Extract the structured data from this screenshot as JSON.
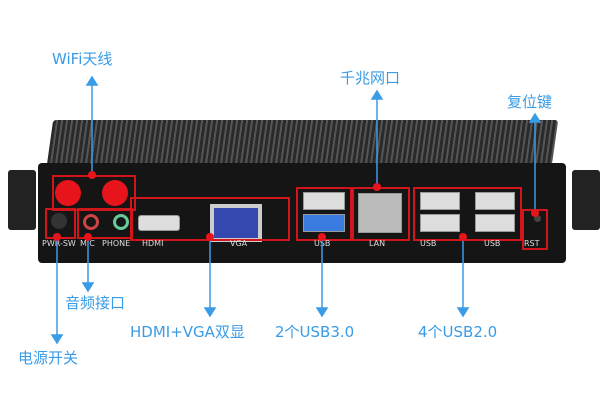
{
  "callouts": {
    "wifi": "WiFi天线",
    "lan": "千兆网口",
    "reset": "复位键",
    "audio": "音频接口",
    "display": "HDMI+VGA双显",
    "usb3": "2个USB3.0",
    "usb2": "4个USB2.0",
    "power": "电源开关"
  },
  "ports": [
    "PWR-SW",
    "MIC",
    "PHONE",
    "HDMI",
    "VGA",
    "USB",
    "LAN",
    "USB",
    "USB",
    "RST"
  ],
  "colors": {
    "callout": "#3a9be6",
    "highlight": "#d0161b",
    "antenna": "#e8141b"
  }
}
